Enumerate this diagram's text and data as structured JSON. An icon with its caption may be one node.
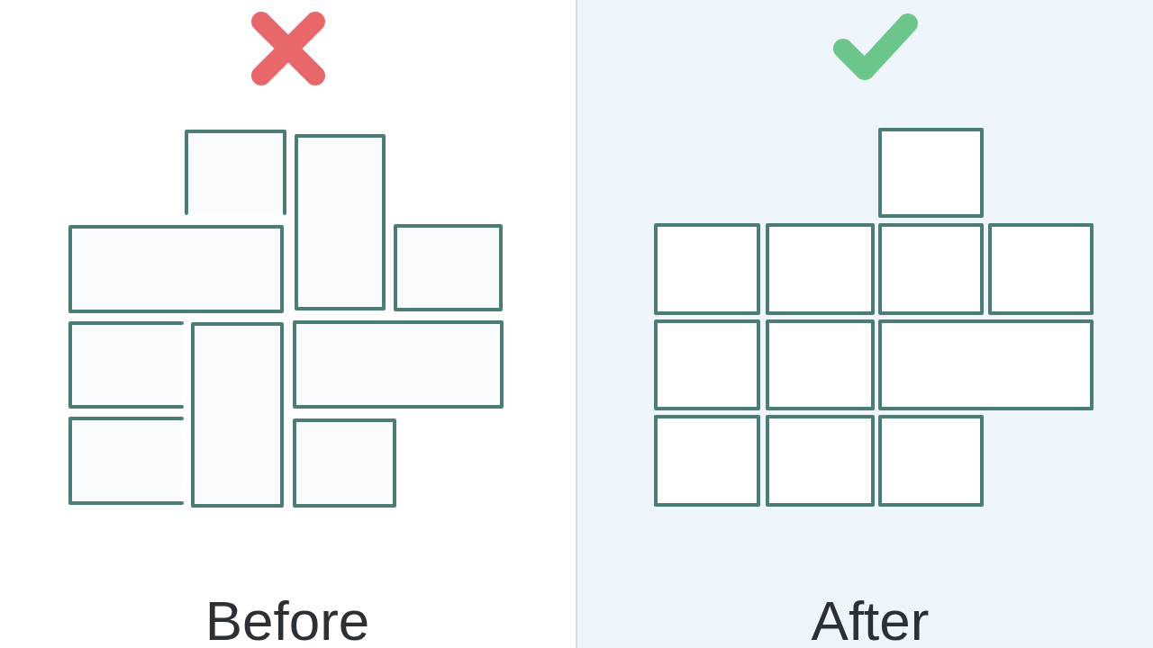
{
  "diagram": {
    "nodes": [
      {
        "text": [
          "Before"
        ]
      },
      {
        "text": [],
        "shape": "box",
        "in": 0
      },
      {
        "text": [],
        "shape": "box",
        "in": 0
      },
      {
        "text": [],
        "shape": "box",
        "in": 0
      },
      {
        "text": [],
        "shape": "box",
        "in": 0
      },
      {
        "text": [],
        "shape": "box",
        "in": 0
      },
      {
        "text": [],
        "shape": "box",
        "in": 0
      },
      {
        "text": [],
        "shape": "box",
        "in": 0
      },
      {
        "text": [],
        "shape": "box",
        "in": 0
      },
      {
        "text": [],
        "shape": "box",
        "in": 0
      },
      {
        "text": [
          "After"
        ]
      },
      {
        "text": [],
        "shape": "box",
        "in": 10
      },
      {
        "text": [],
        "shape": "box",
        "in": 10
      },
      {
        "text": [],
        "shape": "box",
        "in": 10
      },
      {
        "text": [],
        "shape": "box",
        "in": 10
      },
      {
        "text": [],
        "shape": "box",
        "in": 10
      },
      {
        "text": [],
        "shape": "box",
        "in": 10
      },
      {
        "text": [],
        "shape": "box",
        "in": 10
      },
      {
        "text": [],
        "shape": "box",
        "in": 10
      },
      {
        "text": [],
        "shape": "box",
        "in": 10
      },
      {
        "text": [],
        "shape": "box",
        "in": 10
      },
      {
        "text": [],
        "shape": "box",
        "in": 10
      }
    ]
  }
}
